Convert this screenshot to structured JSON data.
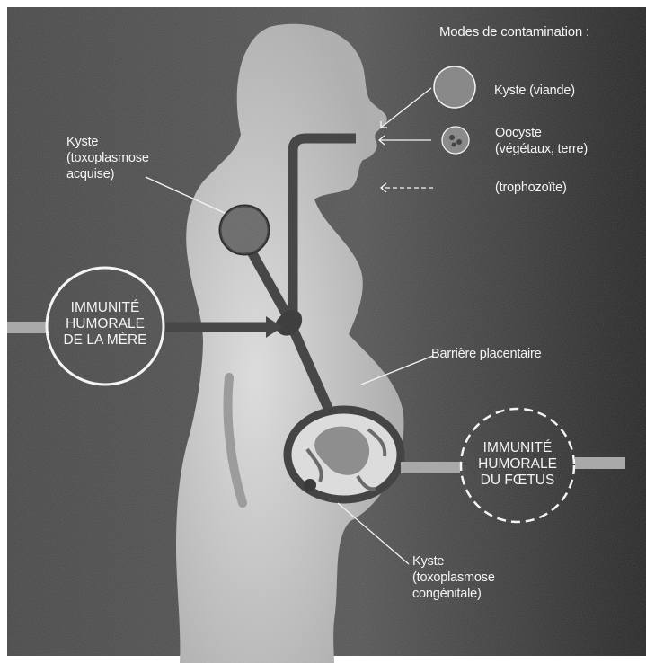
{
  "header": {
    "modes_title": "Modes de contamination :"
  },
  "modes": [
    {
      "label": "Kyste (viande)",
      "icon": "kyste-icon"
    },
    {
      "label_line1": "Oocyste",
      "label_line2": "(végétaux, terre)",
      "icon": "oocyste-icon"
    },
    {
      "label": "(trophozoïte)"
    }
  ],
  "labels": {
    "kyste_acquis": [
      "Kyste",
      "(toxoplasmose",
      "acquise)"
    ],
    "barriere": "Barrière placentaire",
    "kyste_congenital": [
      "Kyste",
      "(toxoplasmose",
      "congénitale)"
    ]
  },
  "immunite_mere": [
    "IMMUNITÉ",
    "HUMORALE",
    "DE LA MÈRE"
  ],
  "immunite_foetus": [
    "IMMUNITÉ",
    "HUMORALE",
    "DU FŒTUS"
  ],
  "colors": {
    "background": "#4a4a4a",
    "body": "#b0b0b0",
    "body_light": "#cfcfcf",
    "vessel": "#474747",
    "text": "#f4f4f4"
  }
}
